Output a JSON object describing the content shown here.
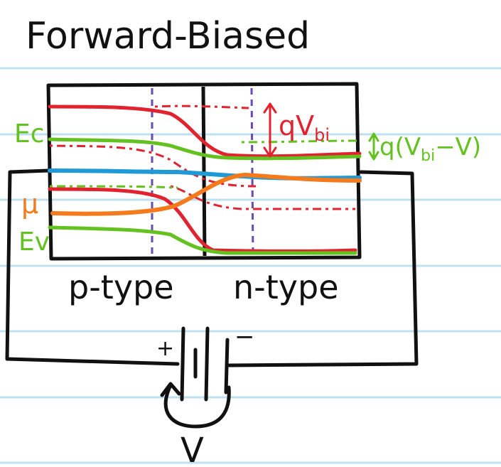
{
  "title": "Forward-Biased",
  "labels": {
    "ec": "Ec",
    "mu": "μ",
    "ev": "Ev",
    "qvbi": "qV",
    "qvbi_sub": "bi",
    "qvbiv_prefix": "q(V",
    "qvbiv_sub": "bi",
    "qvbiv_suffix": "−V)",
    "p_type": "p-type",
    "n_type": "n-type",
    "plus": "+",
    "minus": "−",
    "voltage": "V"
  },
  "colors": {
    "paper_line": "#bfe0ef",
    "ink": "#111111",
    "red": "#e0232f",
    "green": "#63c21f",
    "blue": "#1f9ad6",
    "orange": "#f57a1c",
    "purple": "#6a4bb3"
  }
}
